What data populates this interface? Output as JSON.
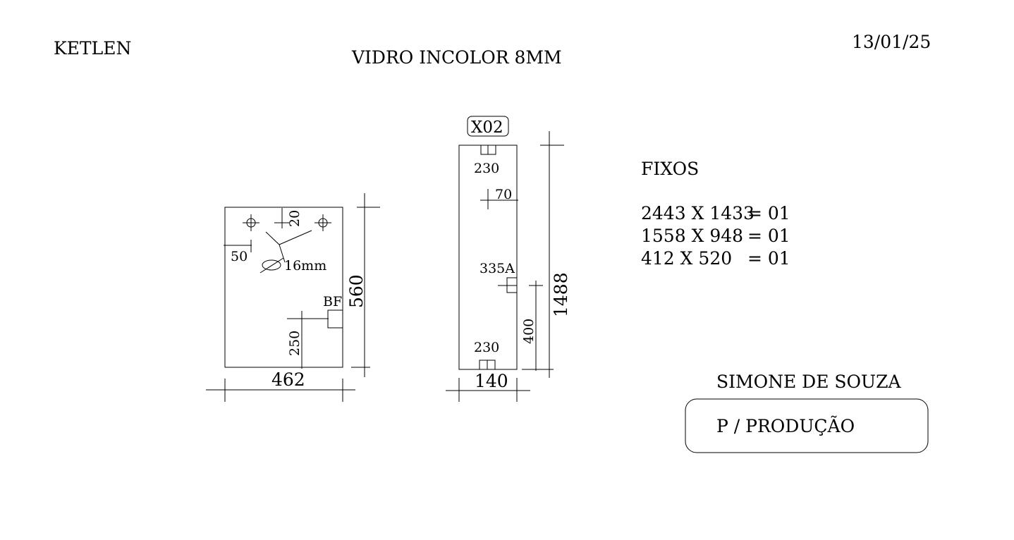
{
  "header": {
    "client": "KETLEN",
    "title": "VIDRO INCOLOR 8MM",
    "date": "13/01/25"
  },
  "piece_a": {
    "width": "462",
    "height": "560",
    "hole_offset_top": "20",
    "hole_offset_side": "50",
    "hole_diameter": "16mm",
    "hardware_label": "BF",
    "hardware_offset": "250"
  },
  "piece_b": {
    "tag": "X02",
    "width": "140",
    "height": "1488",
    "top_fitting": "230",
    "top_offset": "70",
    "side_fitting": "335A",
    "side_offset": "400",
    "bottom_fitting": "230"
  },
  "fixos": {
    "heading": "FIXOS",
    "items": [
      {
        "size": "2443 X 1433",
        "qty": "= 01"
      },
      {
        "size": "1558 X 948",
        "qty": "= 01"
      },
      {
        "size": "412 X 520",
        "qty": "= 01"
      }
    ]
  },
  "signature": {
    "name": "SIMONE DE SOUZA",
    "note": "P / PRODUÇÃO"
  }
}
